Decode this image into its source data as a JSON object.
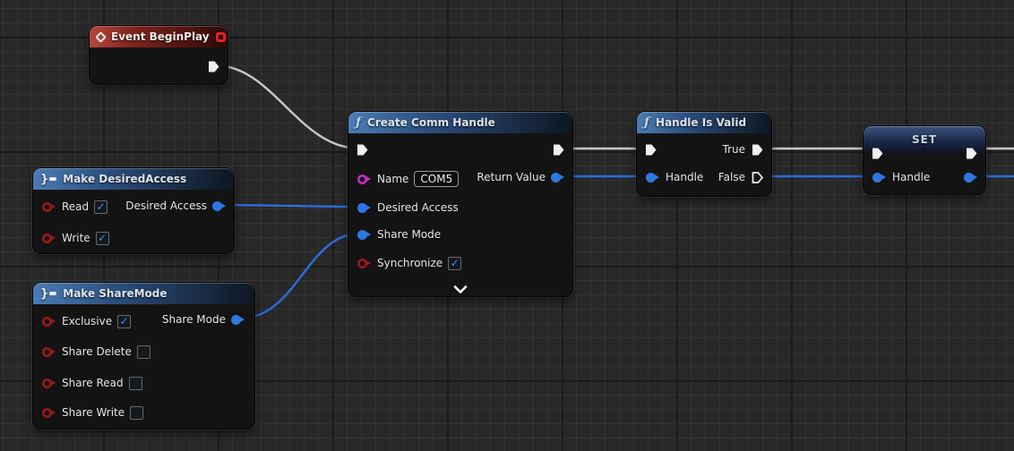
{
  "colors": {
    "exec_wire": "#c9c9c9",
    "data_wire": "#2a6ede",
    "struct_pin": "#2d78e0",
    "bool_pin": "#9c1919",
    "string_pin": "#c32bc3",
    "event_header_red": "#b5473e",
    "function_header_blue": "#4b7cb4"
  },
  "icons": {
    "function_glyph": "ƒ",
    "brace_glyph": "}"
  },
  "nodes": {
    "event_begin_play": {
      "title": "Event BeginPlay"
    },
    "make_desired_access": {
      "title": "Make DesiredAccess",
      "pins": {
        "read": {
          "label": "Read",
          "check": "✓"
        },
        "write": {
          "label": "Write",
          "check": "✓"
        },
        "desired_access_out": {
          "label": "Desired Access"
        }
      }
    },
    "make_share_mode": {
      "title": "Make ShareMode",
      "pins": {
        "exclusive": {
          "label": "Exclusive",
          "check": "✓"
        },
        "share_delete": {
          "label": "Share Delete",
          "check": ""
        },
        "share_read": {
          "label": "Share Read",
          "check": ""
        },
        "share_write": {
          "label": "Share Write",
          "check": ""
        },
        "share_mode_out": {
          "label": "Share Mode"
        }
      }
    },
    "create_comm_handle": {
      "title": "Create Comm Handle",
      "pins": {
        "name": {
          "label": "Name",
          "value": "COM5"
        },
        "desired_access": {
          "label": "Desired Access"
        },
        "share_mode": {
          "label": "Share Mode"
        },
        "synchronize": {
          "label": "Synchronize",
          "check": "✓"
        },
        "return_value": {
          "label": "Return Value"
        }
      }
    },
    "handle_is_valid": {
      "title": "Handle Is Valid",
      "pins": {
        "handle": {
          "label": "Handle"
        },
        "true_out": {
          "label": "True"
        },
        "false_out": {
          "label": "False"
        }
      }
    },
    "set_handle": {
      "title": "SET",
      "pins": {
        "handle": {
          "label": "Handle"
        }
      }
    }
  }
}
